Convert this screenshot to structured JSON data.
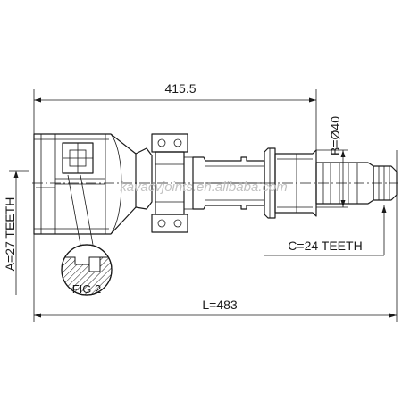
{
  "diagram": {
    "dimensions": {
      "shaft_length": "415.5",
      "overall_length": "L=483",
      "diameter": "B=Ø40"
    },
    "labels": {
      "spline_a": "A=27 TEETH",
      "spline_c": "C=24 TEETH",
      "detail": "FIG 2"
    },
    "watermark": "kavacvjoints.en.alibaba.com"
  }
}
